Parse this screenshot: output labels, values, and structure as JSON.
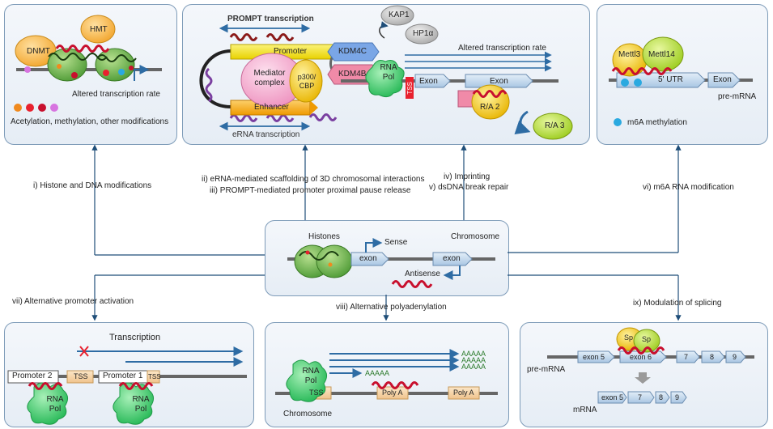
{
  "labels": {
    "altered_rate_left": "Altered transcription rate",
    "mods_legend": "Acetylation, methylation, other modifications",
    "dnmt": "DNMT",
    "hmt": "HMT",
    "prompt_tx": "PROMPT transcription",
    "erna_tx": "eRNA transcription",
    "kap1": "KAP1",
    "hp1a": "HP1α",
    "promoter": "Promoter",
    "enhancer": "Enhancer",
    "mediator": "Mediator complex",
    "p300": "p300/ CBP",
    "kdm4c": "KDM4C",
    "kdm4b": "KDM4B",
    "rna_pol": "RNA Pol",
    "altered_rate_center": "Altered transcription rate",
    "tss": "TSS",
    "exon": "Exon",
    "ra2": "R/A 2",
    "ra3": "R/A 3",
    "mettl3": "Mettl3",
    "mettl14": "Mettl14",
    "utr5": "5' UTR",
    "pre_mrna": "pre-mRNA",
    "m6a_legend": "m6A methylation",
    "histones": "Histones",
    "sense": "Sense",
    "chromosome": "Chromosome",
    "exon_lower": "exon",
    "antisense": "Antisense",
    "transcription": "Transcription",
    "promoter2": "Promoter 2",
    "promoter1": "Promoter 1",
    "aaaaa": "AAAAA",
    "poly_a": "Poly A",
    "exon5": "exon 5",
    "exon6": "exon 6",
    "n7": "7",
    "n8": "8",
    "n9": "9",
    "sp": "Sp",
    "mrna": "mRNA"
  },
  "mechanisms": {
    "i": "i) Histone and DNA modifications",
    "ii": "ii) eRNA-mediated scaffolding of 3D chromosomal interactions",
    "iii": "iii) PROMPT-mediated promoter proximal pause release",
    "iv": "iv) Imprinting",
    "v": "v) dsDNA break repair",
    "vi": "vi) m6A RNA modification",
    "vii": "vii) Alternative promoter activation",
    "viii": "viii) Alternative polyadenylation",
    "ix": "ix) Modulation of splicing"
  },
  "colors": {
    "arrow_blue": "#2e6ca4",
    "rna_red": "#c8102e",
    "nucleosome_green": "#6ab04c",
    "polymerase_green": "#3ccf6a",
    "promoter_yellow": "#f2e600",
    "enhancer_orange": "#f5a800",
    "exon_blue": "#c7dcef",
    "mediator_pink": "#f6a5c9",
    "kdm4b_pink": "#f08aa8",
    "kdm4c_blue": "#7aa6e6",
    "ra_yellow": "#f6c23c",
    "dots": [
      "#f08a1e",
      "#e8212e",
      "#c8102e",
      "#d774e0"
    ]
  }
}
